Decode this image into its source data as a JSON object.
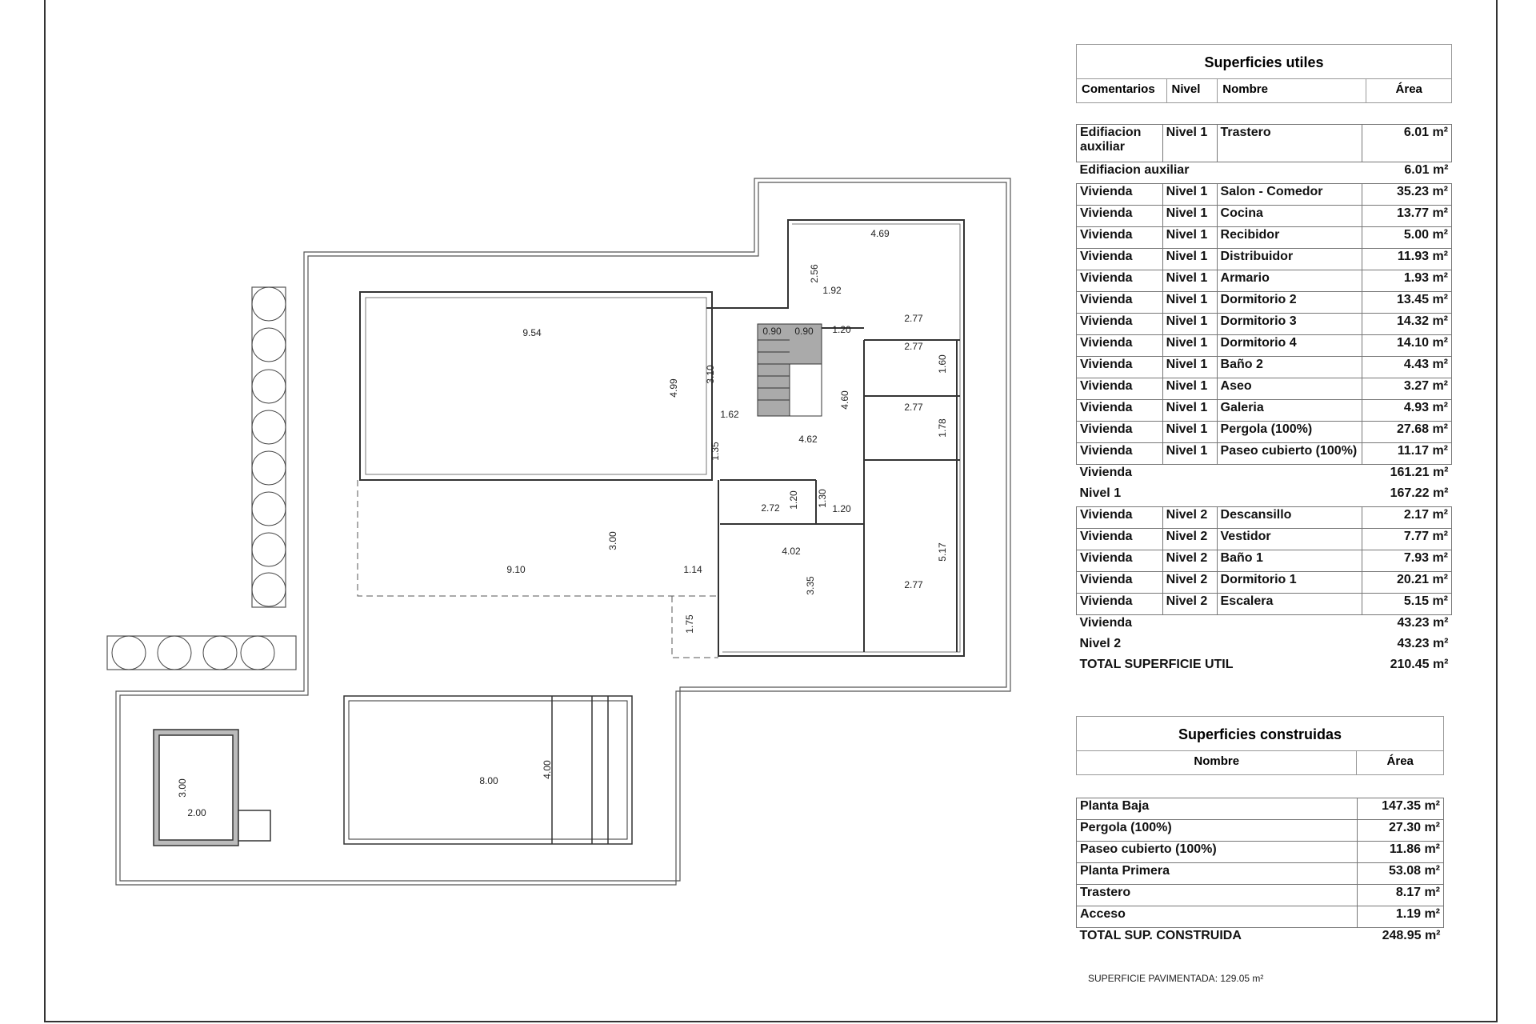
{
  "plan": {
    "dimensions": [
      "9.54",
      "4.99",
      "3.10",
      "1.62",
      "4.62",
      "1.35",
      "0.90",
      "0.90",
      "1.20",
      "4.60",
      "4.69",
      "2.56",
      "1.92",
      "2.77",
      "2.77",
      "1.60",
      "2.77",
      "1.78",
      "2.72",
      "1.20",
      "1.30",
      "1.20",
      "4.02",
      "3.35",
      "5.17",
      "2.77",
      "3.00",
      "9.10",
      "1.14",
      "1.75",
      "8.00",
      "4.00",
      "3.00",
      "2.00"
    ]
  },
  "useful": {
    "title": "Superficies utiles",
    "headers": [
      "Comentarios",
      "Nivel",
      "Nombre",
      "Área"
    ],
    "rows": [
      {
        "c": "Edifiacion auxiliar",
        "n": "Nivel 1",
        "name": "Trastero",
        "a": "6.01 m²"
      },
      {
        "c": "Edifiacion auxiliar",
        "n": "",
        "name": "",
        "a": "6.01 m²"
      },
      {
        "c": "Vivienda",
        "n": "Nivel 1",
        "name": "Salon - Comedor",
        "a": "35.23 m²"
      },
      {
        "c": "Vivienda",
        "n": "Nivel 1",
        "name": "Cocina",
        "a": "13.77 m²"
      },
      {
        "c": "Vivienda",
        "n": "Nivel 1",
        "name": "Recibidor",
        "a": "5.00 m²"
      },
      {
        "c": "Vivienda",
        "n": "Nivel 1",
        "name": "Distribuidor",
        "a": "11.93 m²"
      },
      {
        "c": "Vivienda",
        "n": "Nivel 1",
        "name": "Armario",
        "a": "1.93 m²"
      },
      {
        "c": "Vivienda",
        "n": "Nivel 1",
        "name": "Dormitorio 2",
        "a": "13.45 m²"
      },
      {
        "c": "Vivienda",
        "n": "Nivel 1",
        "name": "Dormitorio 3",
        "a": "14.32 m²"
      },
      {
        "c": "Vivienda",
        "n": "Nivel 1",
        "name": "Dormitorio 4",
        "a": "14.10 m²"
      },
      {
        "c": "Vivienda",
        "n": "Nivel 1",
        "name": "Baño 2",
        "a": "4.43 m²"
      },
      {
        "c": "Vivienda",
        "n": "Nivel 1",
        "name": "Aseo",
        "a": "3.27 m²"
      },
      {
        "c": "Vivienda",
        "n": "Nivel 1",
        "name": "Galeria",
        "a": "4.93 m²"
      },
      {
        "c": "Vivienda",
        "n": "Nivel 1",
        "name": "Pergola (100%)",
        "a": "27.68 m²"
      },
      {
        "c": "Vivienda",
        "n": "Nivel 1",
        "name": "Paseo cubierto (100%)",
        "a": "11.17 m²"
      },
      {
        "c": "Vivienda",
        "n": "",
        "name": "",
        "a": "161.21 m²"
      },
      {
        "c": "Nivel 1",
        "n": "",
        "name": "",
        "a": "167.22 m²"
      },
      {
        "c": "Vivienda",
        "n": "Nivel 2",
        "name": "Descansillo",
        "a": "2.17 m²"
      },
      {
        "c": "Vivienda",
        "n": "Nivel 2",
        "name": "Vestidor",
        "a": "7.77 m²"
      },
      {
        "c": "Vivienda",
        "n": "Nivel 2",
        "name": "Baño 1",
        "a": "7.93 m²"
      },
      {
        "c": "Vivienda",
        "n": "Nivel 2",
        "name": "Dormitorio 1",
        "a": "20.21 m²"
      },
      {
        "c": "Vivienda",
        "n": "Nivel 2",
        "name": "Escalera",
        "a": "5.15 m²"
      },
      {
        "c": "Vivienda",
        "n": "",
        "name": "",
        "a": "43.23 m²"
      },
      {
        "c": "Nivel 2",
        "n": "",
        "name": "",
        "a": "43.23 m²"
      },
      {
        "c": "TOTAL SUPERFICIE UTIL",
        "n": "",
        "name": "",
        "a": "210.45 m²"
      }
    ]
  },
  "built": {
    "title": "Superficies construidas",
    "headers": [
      "Nombre",
      "Área"
    ],
    "rows": [
      {
        "name": "Planta Baja",
        "a": "147.35 m²"
      },
      {
        "name": "Pergola (100%)",
        "a": "27.30 m²"
      },
      {
        "name": "Paseo cubierto (100%)",
        "a": "11.86 m²"
      },
      {
        "name": "Planta Primera",
        "a": "53.08 m²"
      },
      {
        "name": "Trastero",
        "a": "8.17 m²"
      },
      {
        "name": "Acceso",
        "a": "1.19 m²"
      },
      {
        "name": "TOTAL SUP. CONSTRUIDA",
        "a": "248.95 m²"
      }
    ]
  },
  "paved": "SUPERFICIE PAVIMENTADA: 129.05 m²"
}
